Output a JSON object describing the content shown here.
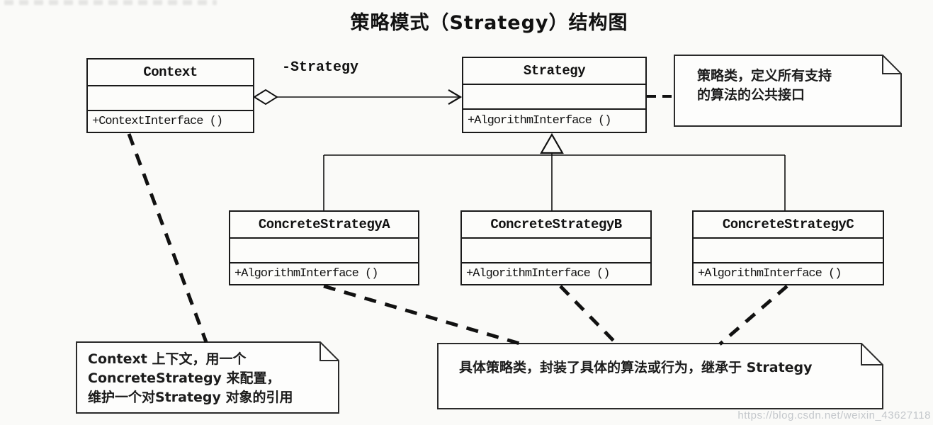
{
  "title": "策略模式（Strategy）结构图",
  "classes": {
    "context": {
      "name": "Context",
      "attributes": "",
      "method": "+ContextInterface ()"
    },
    "strategy": {
      "name": "Strategy",
      "attributes": "",
      "method": "+AlgorithmInterface ()"
    },
    "concreteA": {
      "name": "ConcreteStrategyA",
      "attributes": "",
      "method": "+AlgorithmInterface ()"
    },
    "concreteB": {
      "name": "ConcreteStrategyB",
      "attributes": "",
      "method": "+AlgorithmInterface ()"
    },
    "concreteC": {
      "name": "ConcreteStrategyC",
      "attributes": "",
      "method": "+AlgorithmInterface ()"
    }
  },
  "relations": {
    "aggregation": {
      "type": "aggregation",
      "from": "Context",
      "to": "Strategy",
      "label": "-Strategy"
    },
    "inheritance": {
      "type": "generalization",
      "parent": "Strategy",
      "children": [
        "ConcreteStrategyA",
        "ConcreteStrategyB",
        "ConcreteStrategyC"
      ]
    }
  },
  "notes": {
    "strategy_note": {
      "attached_to": "Strategy",
      "lines": [
        "策略类，定义所有支持",
        "的算法的公共接口"
      ]
    },
    "context_note": {
      "attached_to": "Context",
      "lines": [
        "Context 上下文，用一个",
        "ConcreteStrategy 来配置，",
        "维护一个对Strategy 对象的引用"
      ]
    },
    "concrete_note": {
      "attached_to": "ConcreteStrategyA ConcreteStrategyB ConcreteStrategyC",
      "lines": [
        "具体策略类，封装了具体的算法或行为，继承于 Strategy"
      ]
    }
  },
  "watermark": "https://blog.csdn.net/weixin_43627118",
  "colors": {
    "line": "#1a1a1a",
    "background": "#fafaf8",
    "note_background": "#fdfdfc",
    "watermark": "#c3c7cb"
  }
}
